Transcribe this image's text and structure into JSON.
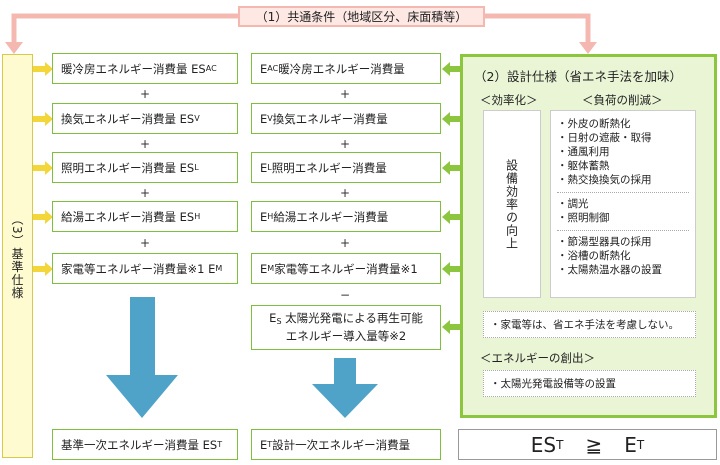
{
  "common": {
    "label": "（1）共通条件（地域区分、床面積等）"
  },
  "standard": {
    "label": "（3）基準仕様"
  },
  "left_boxes": [
    {
      "text": "暖冷房エネルギー消費量 ES",
      "sub": "AC",
      "tail": ""
    },
    {
      "text": "換気エネルギー消費量 ES",
      "sub": "V",
      "tail": ""
    },
    {
      "text": "照明エネルギー消費量 ES",
      "sub": "L",
      "tail": ""
    },
    {
      "text": "給湯エネルギー消費量 ES",
      "sub": "H",
      "tail": ""
    },
    {
      "text": "家電等エネルギー消費量※1 E",
      "sub": "M",
      "tail": ""
    }
  ],
  "mid_boxes": [
    {
      "pre": "E",
      "sub": "AC",
      "text": " 暖冷房エネルギー消費量"
    },
    {
      "pre": "E",
      "sub": "V",
      "text": " 換気エネルギー消費量"
    },
    {
      "pre": "E",
      "sub": "L",
      "text": " 照明エネルギー消費量"
    },
    {
      "pre": "E",
      "sub": "H",
      "text": " 給湯エネルギー消費量"
    },
    {
      "pre": "E",
      "sub": "M",
      "text": " 家電等エネルギー消費量※1"
    }
  ],
  "operators": {
    "plus": "+",
    "minus": "−"
  },
  "solar_box": {
    "pre": "E",
    "sub": "S",
    "line1": " 太陽光発電による再生可能",
    "line2": "エネルギー導入量等※2"
  },
  "results": {
    "left": {
      "text": "基準一次エネルギー消費量 ES",
      "sub": "T"
    },
    "mid": {
      "pre": "E",
      "sub": "T",
      "text": " 設計一次エネルギー消費量"
    },
    "compare": {
      "lhs": "ES",
      "lhs_sub": "T",
      "op": "≧",
      "rhs": "E",
      "rhs_sub": "T"
    }
  },
  "design": {
    "title": "（2）設計仕様（省エネ手法を加味）",
    "efficiency_header": "＜効率化＞",
    "efficiency_text": "設備効率の向上",
    "reduction_header": "＜負荷の削減＞",
    "group1": [
      "・外皮の断熱化",
      "・日射の遮蔽・取得",
      "・通風利用",
      "・躯体蓄熱",
      "・熱交換換気の採用"
    ],
    "group2": [
      "・調光",
      "・照明制御"
    ],
    "group3": [
      "・節湯型器具の採用",
      "・浴槽の断熱化",
      "・太陽熱温水器の設置"
    ],
    "appliance_note": "・家電等は、省エネ手法を考慮しない。",
    "creation_header": "＜エネルギーの創出＞",
    "creation_item": "・太陽光発電設備等の設置"
  },
  "colors": {
    "green_border": "#7fbf3f",
    "green_fill": "#eaf5d6",
    "green_arrow": "#8cc63f",
    "pink": "#f4b8b0",
    "pink_fill": "#fde8e4",
    "yellow_fill": "#fffbd0",
    "yellow_arrow": "#f2d63a",
    "blue_arrow": "#4fa3c8"
  }
}
